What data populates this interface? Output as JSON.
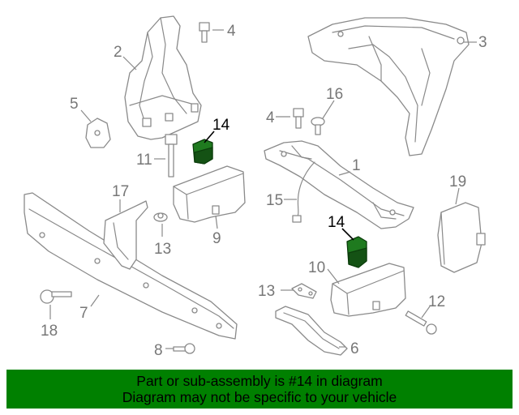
{
  "callouts": {
    "c1": "1",
    "c2": "2",
    "c3": "3",
    "c4a": "4",
    "c4b": "4",
    "c5": "5",
    "c6": "6",
    "c7": "7",
    "c8": "8",
    "c9": "9",
    "c10": "10",
    "c11": "11",
    "c12": "12",
    "c13a": "13",
    "c13b": "13",
    "c14a": "14",
    "c14b": "14",
    "c15": "15",
    "c16": "16",
    "c17": "17",
    "c18": "18",
    "c19": "19"
  },
  "highlight_part": "14",
  "colors": {
    "highlight": "#1f7a1f",
    "banner": "#008000",
    "line_art": "#8a8a8a"
  },
  "banner": {
    "line1": "Part or sub-assembly is #14 in diagram",
    "line2": "Diagram may not be specific to your vehicle"
  }
}
